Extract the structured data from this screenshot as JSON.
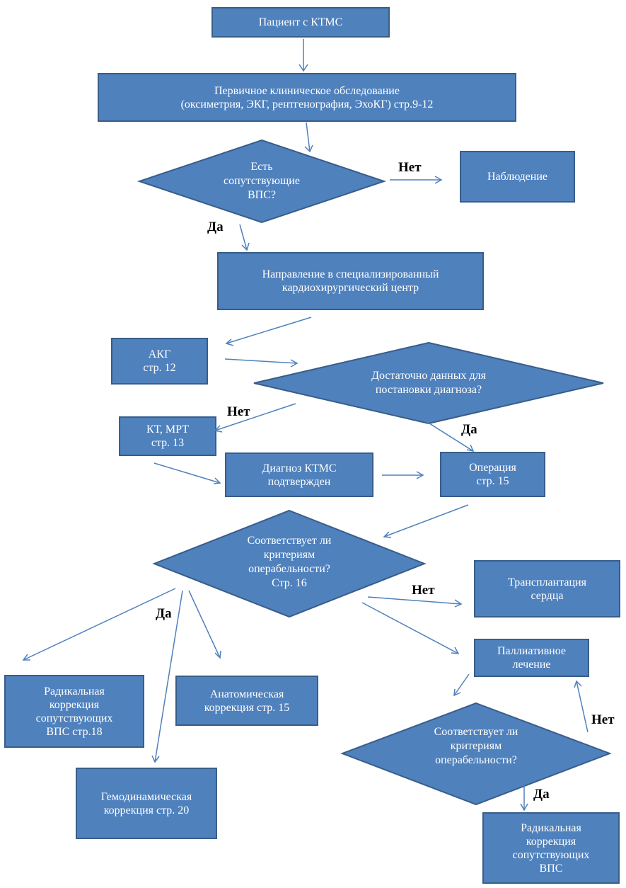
{
  "colors": {
    "shape_fill": "#4f81bd",
    "shape_border": "#385d8a",
    "arrow": "#4f81bd",
    "shape_text": "#ffffff",
    "label_text": "#000000"
  },
  "nodes": {
    "patient": "Пациент с КТМС",
    "primary_exam": "Первичное клиническое обследование\n(оксиметрия, ЭКГ, рентгенография, ЭхоКГ)     стр.9-12",
    "q_concomitant": "Есть\nсопутствующие\nВПС?",
    "observation": "Наблюдение",
    "referral": "Направление в специализированный\nкардиохирургический центр",
    "akg": "АКГ\nстр. 12",
    "q_enough_data": "Достаточно данных для\nпостановки диагноза?",
    "ct_mri": "КТ, МРТ\nстр. 13",
    "diagnosis_confirmed": "Диагноз КТМС\nподтвержден",
    "operation": "Операция\nстр. 15",
    "q_operability_1": "Соответствует ли\nкритериям\nоперабельности?\nСтр. 16",
    "transplant": "Трансплантация\nсердца",
    "palliative": "Паллиативное\nлечение",
    "radical_1": "Радикальная\nкоррекция\nсопутствующих\nВПС    стр.18",
    "anatomical": "Анатомическая\nкоррекция стр. 15",
    "hemodynamic": "Гемодинамическая\nкоррекция стр. 20",
    "q_operability_2": "Соответствует ли\nкритериям\nоперабельности?",
    "radical_2": "Радикальная\nкоррекция\nсопутствующих\nВПС"
  },
  "labels": {
    "no_1": "Нет",
    "yes_1": "Да",
    "no_2": "Нет",
    "yes_2": "Да",
    "no_3": "Нет",
    "yes_3": "Да",
    "no_4": "Нет",
    "yes_4": "Да"
  }
}
